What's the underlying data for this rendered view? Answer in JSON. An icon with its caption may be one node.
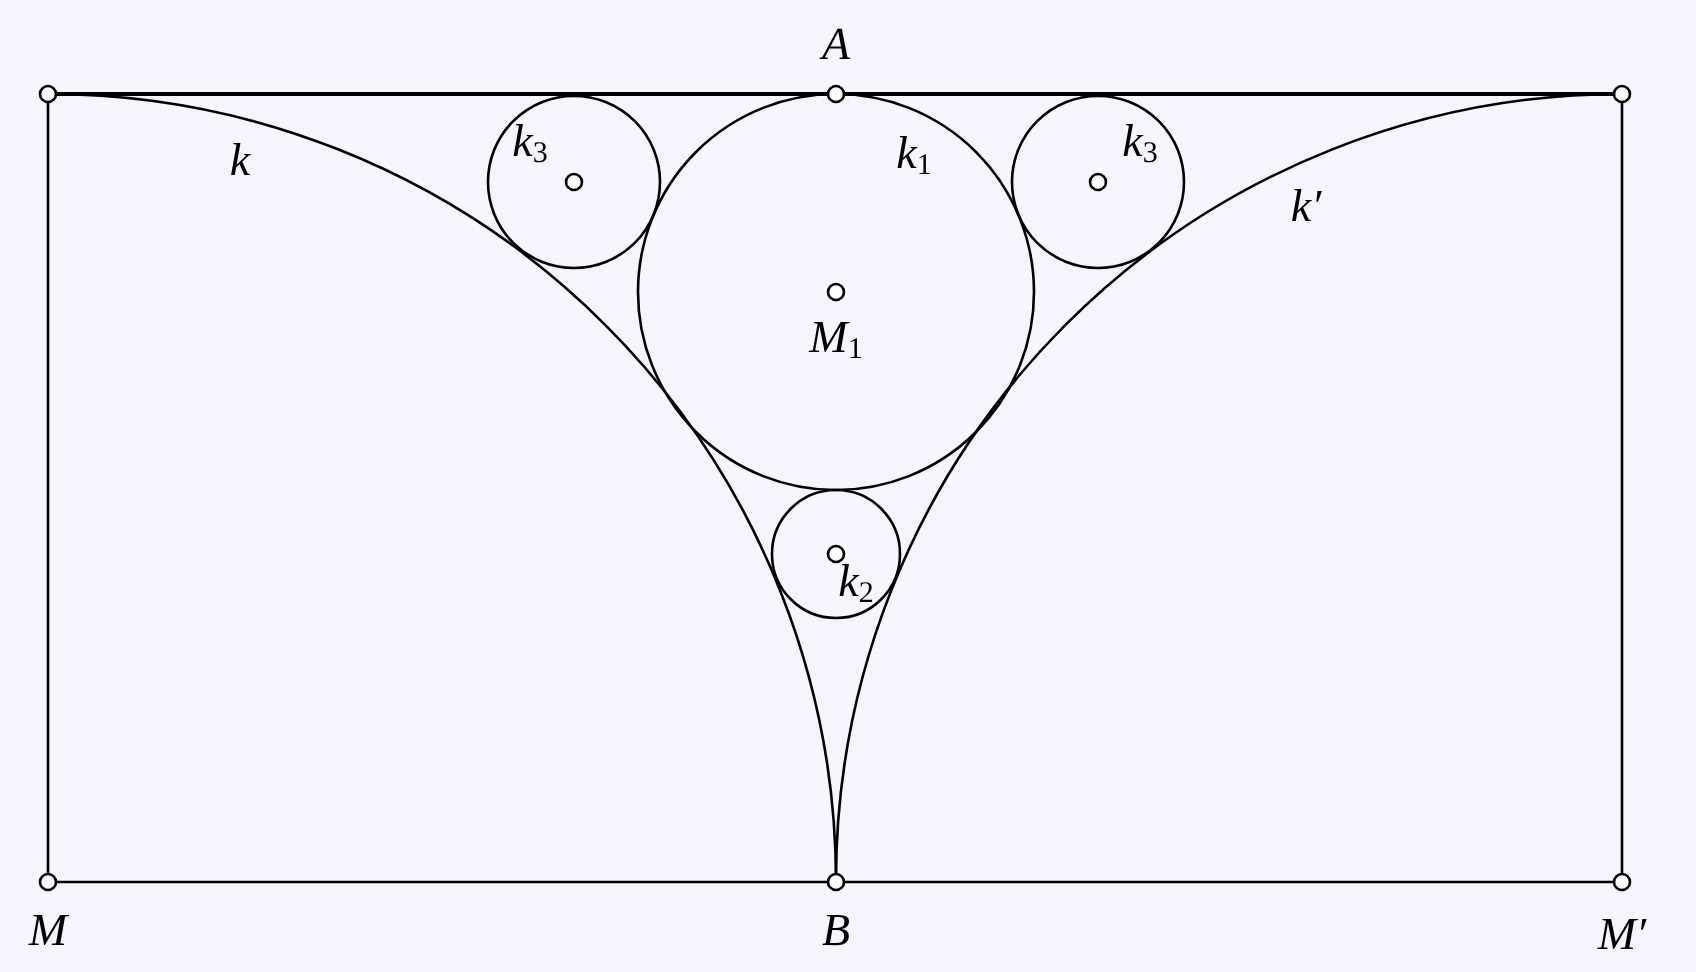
{
  "diagram": {
    "labels": [
      "A",
      "k",
      "k$_{3}$",
      "k$_{1}$",
      "k$_{3}$",
      "k′",
      "M$_{1}$",
      "k$_{2}$",
      "M",
      "B",
      "M′"
    ]
  }
}
